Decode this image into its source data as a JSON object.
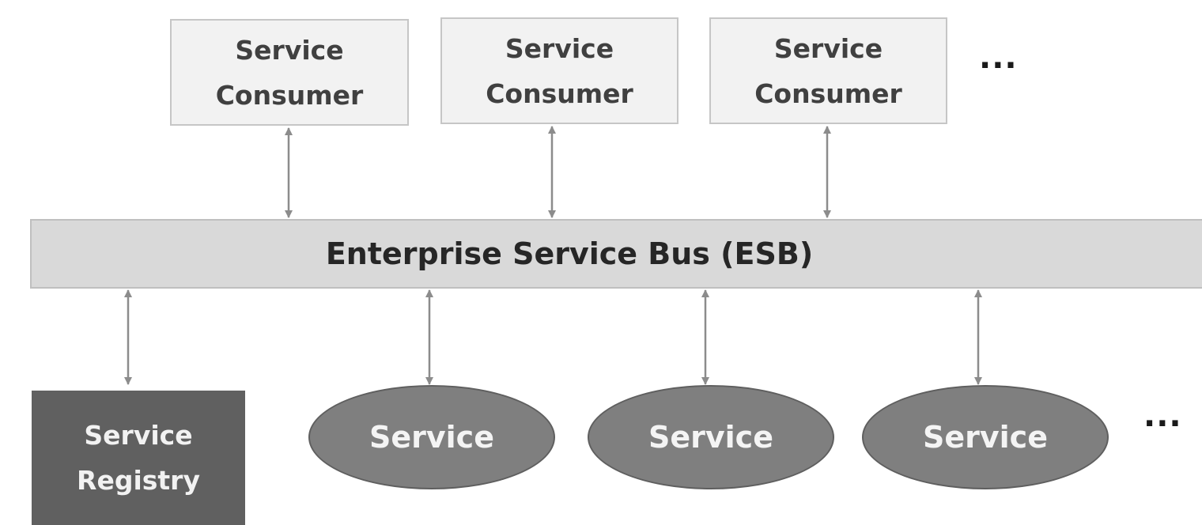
{
  "consumers": [
    {
      "label": "Service\nConsumer"
    },
    {
      "label": "Service\nConsumer"
    },
    {
      "label": "Service\nConsumer"
    }
  ],
  "consumers_more": "...",
  "esb": {
    "label": "Enterprise Service Bus (ESB)"
  },
  "registry": {
    "label": "Service\nRegistry"
  },
  "services": [
    {
      "label": "Service"
    },
    {
      "label": "Service"
    },
    {
      "label": "Service"
    }
  ],
  "services_more": "...",
  "colors": {
    "connector": "#8c8c8c",
    "consumer_fill": "#f2f2f2",
    "esb_fill": "#d9d9d9",
    "registry_fill": "#606060",
    "service_fill": "#7f7f7f"
  }
}
